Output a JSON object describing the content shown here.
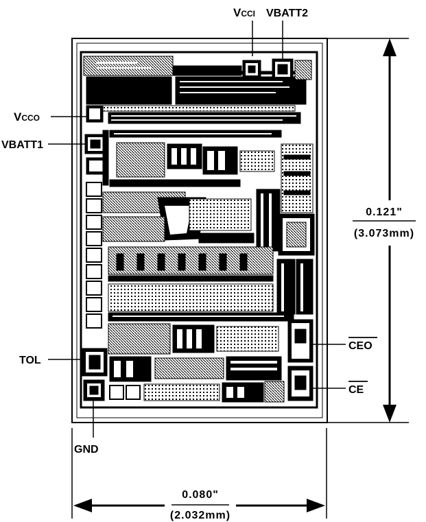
{
  "pads": {
    "vcci": {
      "main": "V",
      "sub": "CCI"
    },
    "vbatt2": "VBATT2",
    "vcco": {
      "main": "V",
      "sub": "CCO"
    },
    "vbatt1": "VBATT1",
    "tol": "TOL",
    "ceo": "CEO",
    "ce": "CE",
    "gnd": "GND"
  },
  "dimensions": {
    "height_in": "0.121\"",
    "height_mm": "(3.073mm)",
    "width_in": "0.080\"",
    "width_mm": "(2.032mm)"
  },
  "colors": {
    "ink": "#000000",
    "paper": "#ffffff"
  }
}
